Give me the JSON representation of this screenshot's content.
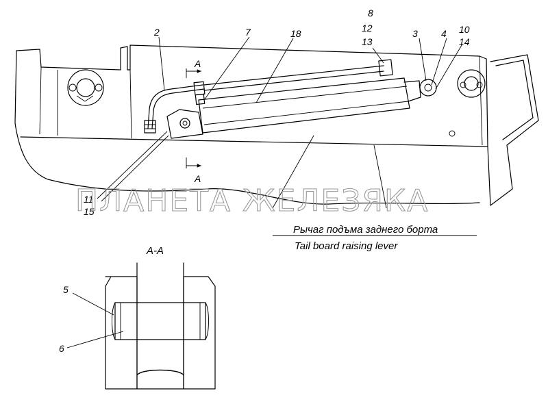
{
  "callouts": {
    "c2": "2",
    "c7": "7",
    "c18": "18",
    "c8": "8",
    "c12": "12",
    "c13": "13",
    "c3": "3",
    "c4": "4",
    "c10": "10",
    "c14": "14",
    "c11": "11",
    "c15": "15",
    "c5": "5",
    "c6": "6"
  },
  "section_marks": {
    "top": "A",
    "bottom": "A",
    "view_title": "A-A"
  },
  "captions": {
    "russian": "Рычаг подъма заднего борта",
    "english": "Tail board raising lever"
  },
  "watermark": "ПЛАНЕТА ЖЕЛЕЗЯКА"
}
